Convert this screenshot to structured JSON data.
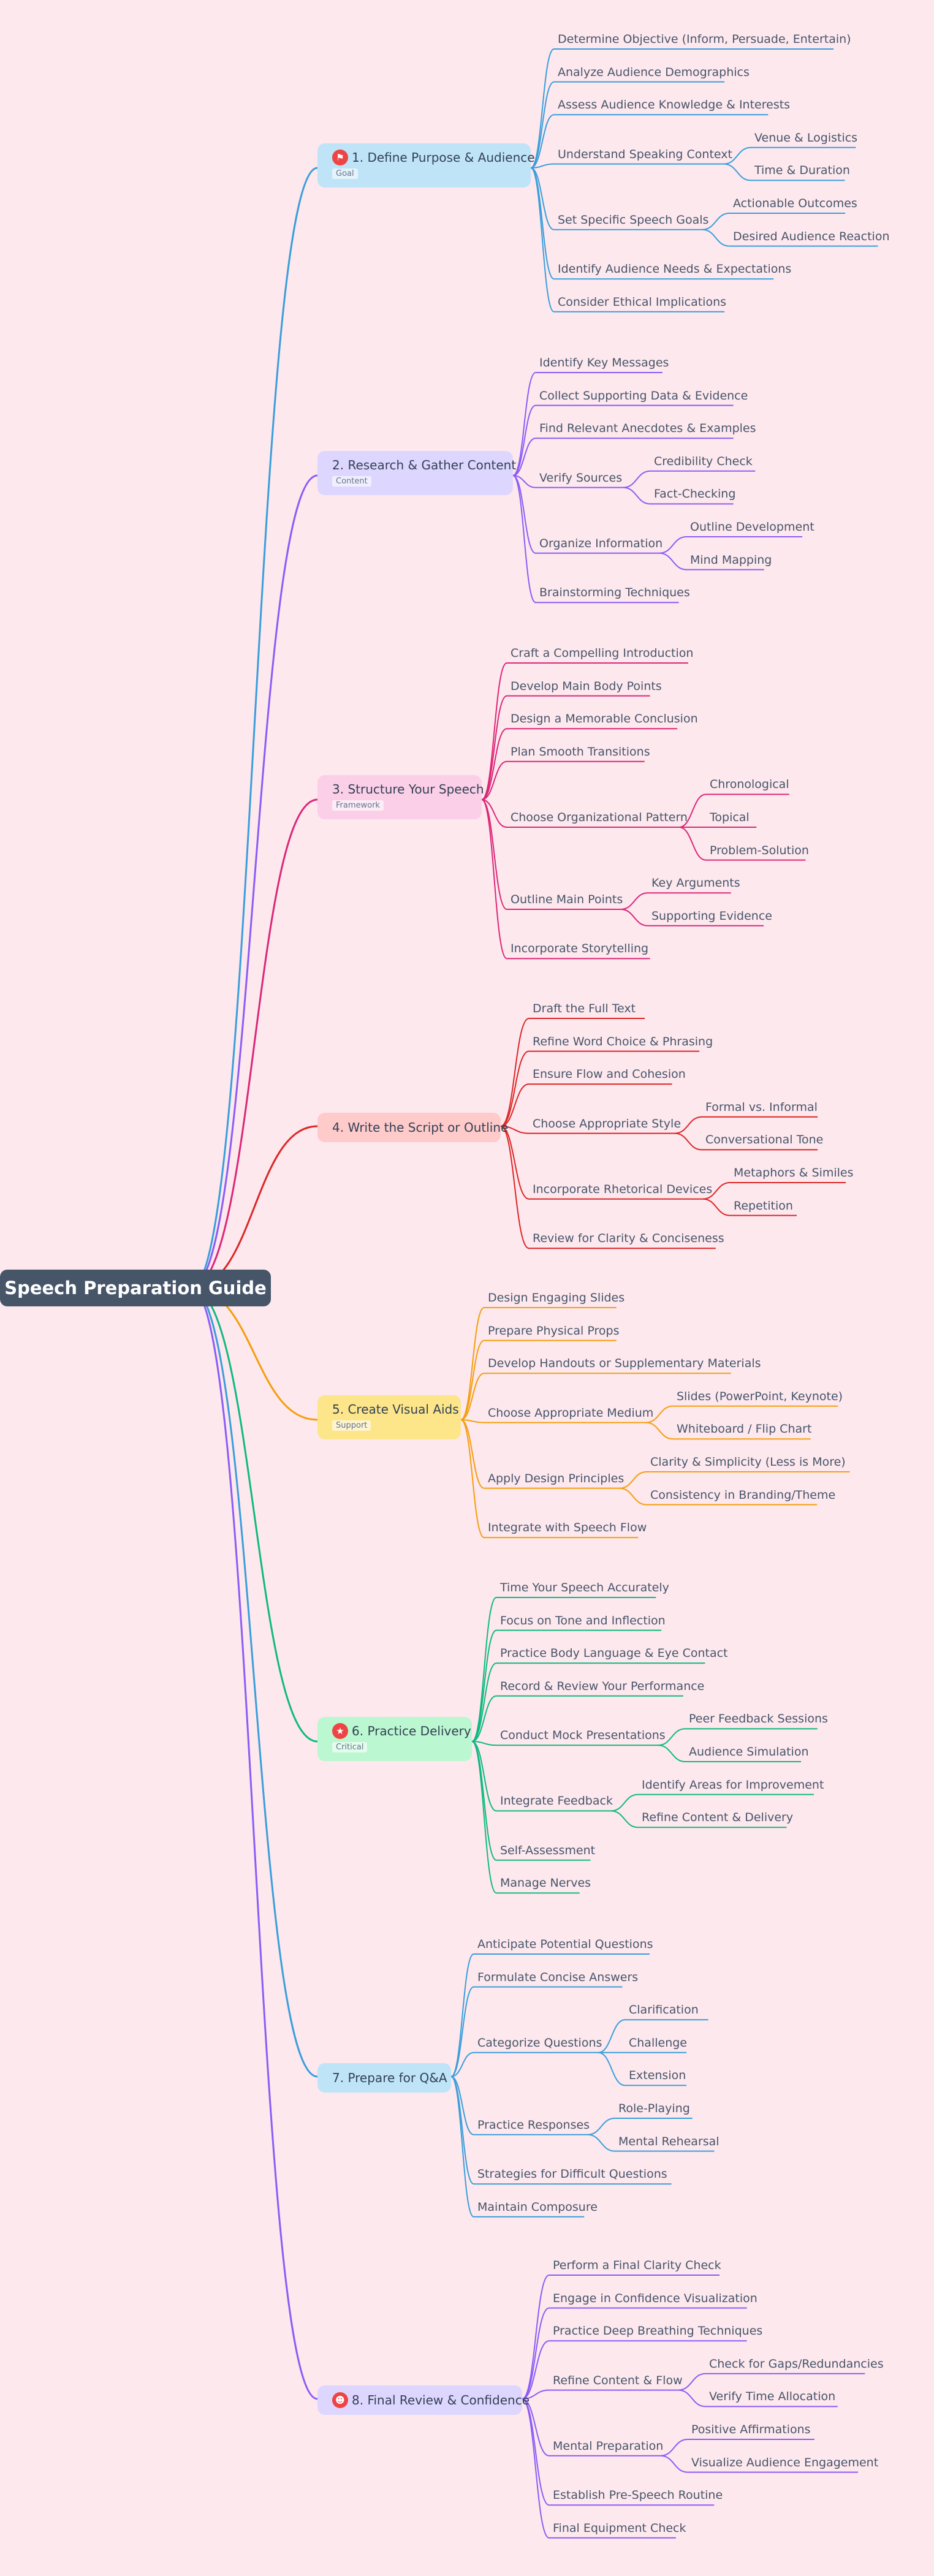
{
  "root": "Speech Preparation Guide",
  "branches": [
    {
      "label": "1. Define Purpose & Audience",
      "tag": "Goal",
      "icon": "flag-icon",
      "color": "#3a9edb",
      "fill": "#bfe4f8",
      "children": [
        {
          "label": "Determine Objective (Inform, Persuade, Entertain)"
        },
        {
          "label": "Analyze Audience Demographics"
        },
        {
          "label": "Assess Audience Knowledge & Interests"
        },
        {
          "label": "Understand Speaking Context",
          "children": [
            {
              "label": "Venue & Logistics"
            },
            {
              "label": "Time & Duration"
            }
          ]
        },
        {
          "label": "Set Specific Speech Goals",
          "children": [
            {
              "label": "Actionable Outcomes"
            },
            {
              "label": "Desired Audience Reaction"
            }
          ]
        },
        {
          "label": "Identify Audience Needs & Expectations"
        },
        {
          "label": "Consider Ethical Implications"
        }
      ]
    },
    {
      "label": "2. Research & Gather Content",
      "tag": "Content",
      "icon": "",
      "color": "#8b5cf6",
      "fill": "#ddd6fe",
      "children": [
        {
          "label": "Identify Key Messages"
        },
        {
          "label": "Collect Supporting Data & Evidence"
        },
        {
          "label": "Find Relevant Anecdotes & Examples"
        },
        {
          "label": "Verify Sources",
          "children": [
            {
              "label": "Credibility Check"
            },
            {
              "label": "Fact-Checking"
            }
          ]
        },
        {
          "label": "Organize Information",
          "children": [
            {
              "label": "Outline Development"
            },
            {
              "label": "Mind Mapping"
            }
          ]
        },
        {
          "label": "Brainstorming Techniques"
        }
      ]
    },
    {
      "label": "3. Structure Your Speech",
      "tag": "Framework",
      "icon": "",
      "color": "#db2777",
      "fill": "#fbcfe8",
      "children": [
        {
          "label": "Craft a Compelling Introduction"
        },
        {
          "label": "Develop Main Body Points"
        },
        {
          "label": "Design a Memorable Conclusion"
        },
        {
          "label": "Plan Smooth Transitions"
        },
        {
          "label": "Choose Organizational Pattern",
          "children": [
            {
              "label": "Chronological"
            },
            {
              "label": "Topical"
            },
            {
              "label": "Problem-Solution"
            }
          ]
        },
        {
          "label": "Outline Main Points",
          "children": [
            {
              "label": "Key Arguments"
            },
            {
              "label": "Supporting Evidence"
            }
          ]
        },
        {
          "label": "Incorporate Storytelling"
        }
      ]
    },
    {
      "label": "4. Write the Script or Outline",
      "tag": "",
      "icon": "",
      "color": "#dc2626",
      "fill": "#fecaca",
      "children": [
        {
          "label": "Draft the Full Text"
        },
        {
          "label": "Refine Word Choice & Phrasing"
        },
        {
          "label": "Ensure Flow and Cohesion"
        },
        {
          "label": "Choose Appropriate Style",
          "children": [
            {
              "label": "Formal vs. Informal"
            },
            {
              "label": "Conversational Tone"
            }
          ]
        },
        {
          "label": "Incorporate Rhetorical Devices",
          "children": [
            {
              "label": "Metaphors & Similes"
            },
            {
              "label": "Repetition"
            }
          ]
        },
        {
          "label": "Review for Clarity & Conciseness"
        }
      ]
    },
    {
      "label": "5. Create Visual Aids",
      "tag": "Support",
      "icon": "",
      "color": "#f59e0b",
      "fill": "#fde68a",
      "children": [
        {
          "label": "Design Engaging Slides"
        },
        {
          "label": "Prepare Physical Props"
        },
        {
          "label": "Develop Handouts or Supplementary Materials"
        },
        {
          "label": "Choose Appropriate Medium",
          "children": [
            {
              "label": "Slides (PowerPoint, Keynote)"
            },
            {
              "label": "Whiteboard / Flip Chart"
            }
          ]
        },
        {
          "label": "Apply Design Principles",
          "children": [
            {
              "label": "Clarity & Simplicity (Less is More)"
            },
            {
              "label": "Consistency in Branding/Theme"
            }
          ]
        },
        {
          "label": "Integrate with Speech Flow"
        }
      ]
    },
    {
      "label": "6. Practice Delivery",
      "tag": "Critical",
      "icon": "star-icon",
      "color": "#10b981",
      "fill": "#bbf7d0",
      "children": [
        {
          "label": "Time Your Speech Accurately"
        },
        {
          "label": "Focus on Tone and Inflection"
        },
        {
          "label": "Practice Body Language & Eye Contact"
        },
        {
          "label": "Record & Review Your Performance"
        },
        {
          "label": "Conduct Mock Presentations",
          "children": [
            {
              "label": "Peer Feedback Sessions"
            },
            {
              "label": "Audience Simulation"
            }
          ]
        },
        {
          "label": "Integrate Feedback",
          "children": [
            {
              "label": "Identify Areas for Improvement"
            },
            {
              "label": "Refine Content & Delivery"
            }
          ]
        },
        {
          "label": "Self-Assessment"
        },
        {
          "label": "Manage Nerves"
        }
      ]
    },
    {
      "label": "7. Prepare for Q&A",
      "tag": "",
      "icon": "",
      "color": "#3a9edb",
      "fill": "#bfe4f8",
      "children": [
        {
          "label": "Anticipate Potential Questions"
        },
        {
          "label": "Formulate Concise Answers"
        },
        {
          "label": "Categorize Questions",
          "children": [
            {
              "label": "Clarification"
            },
            {
              "label": "Challenge"
            },
            {
              "label": "Extension"
            }
          ]
        },
        {
          "label": "Practice Responses",
          "children": [
            {
              "label": "Role-Playing"
            },
            {
              "label": "Mental Rehearsal"
            }
          ]
        },
        {
          "label": "Strategies for Difficult Questions"
        },
        {
          "label": "Maintain Composure"
        }
      ]
    },
    {
      "label": "8. Final Review & Confidence",
      "tag": "",
      "icon": "person-icon",
      "color": "#8b5cf6",
      "fill": "#ddd6fe",
      "children": [
        {
          "label": "Perform a Final Clarity Check"
        },
        {
          "label": "Engage in Confidence Visualization"
        },
        {
          "label": "Practice Deep Breathing Techniques"
        },
        {
          "label": "Refine Content & Flow",
          "children": [
            {
              "label": "Check for Gaps/Redundancies"
            },
            {
              "label": "Verify Time Allocation"
            }
          ]
        },
        {
          "label": "Mental Preparation",
          "children": [
            {
              "label": "Positive Affirmations"
            },
            {
              "label": "Visualize Audience Engagement"
            }
          ]
        },
        {
          "label": "Establish Pre-Speech Routine"
        },
        {
          "label": "Final Equipment Check"
        }
      ]
    }
  ]
}
